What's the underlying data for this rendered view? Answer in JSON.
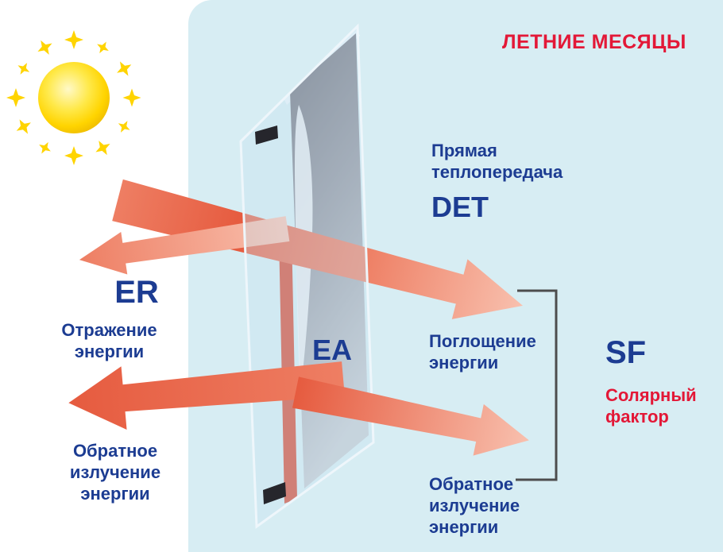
{
  "title": "ЛЕТНИЕ МЕСЯЦЫ",
  "labels": {
    "direct_heat": {
      "lines": [
        "Прямая",
        "теплопередача"
      ],
      "abbr": "DET"
    },
    "energy_reflection": {
      "abbr": "ER",
      "lines": [
        "Отражение",
        "энергии"
      ]
    },
    "energy_absorption": {
      "abbr": "EA",
      "lines": [
        "Поглощение",
        "энергии"
      ]
    },
    "solar_factor": {
      "abbr": "SF",
      "lines": [
        "Солярный",
        "фактор"
      ]
    },
    "back_radiation_left": {
      "lines": [
        "Обратное",
        "излучение",
        "энергии"
      ]
    },
    "back_radiation_right": {
      "lines": [
        "Обратное",
        "излучение",
        "энергии"
      ]
    }
  },
  "colors": {
    "panel_bg": "#d7edf3",
    "strip_bg": "#ffffff",
    "blue_text": "#1c3c92",
    "red_text": "#e31837",
    "arrow_dark": "#e65b3f",
    "arrow_mid": "#ee7e63",
    "arrow_light": "#f8c0ae",
    "sun_light": "#fff9c8",
    "sun_mid": "#ffe94a",
    "sun_yellow": "#ffd400",
    "sun_deep": "#f0be00",
    "glass_fill": "#c8e3f1",
    "glass_edge": "#eef6fb",
    "pane_dark": "#63636e",
    "pane_mid": "#8e8f99",
    "pane_light": "#c6cbd1",
    "spacer": "#26262c",
    "bracket": "#4d4d4d",
    "stripe": "#d53c22"
  }
}
